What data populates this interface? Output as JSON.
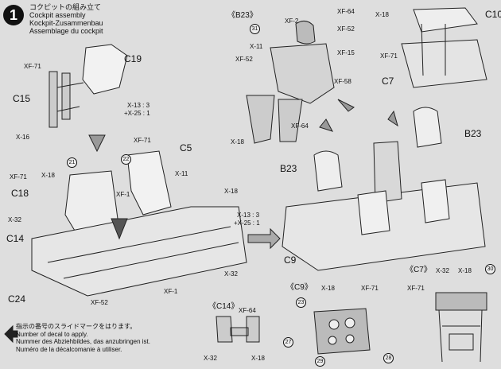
{
  "step": {
    "number": "1",
    "title_jp": "コクピットの組み立て",
    "title_en": "Cockpit assembly",
    "title_de": "Kockpit-Zusammenbau",
    "title_fr": "Assemblage du cockpit"
  },
  "parts": {
    "c19": "C19",
    "c15": "C15",
    "c5": "C5",
    "c18": "C18",
    "c14": "C14",
    "c24": "C24",
    "c10": "C10",
    "c7": "C7",
    "c9": "C9",
    "b23_a": "B23",
    "b23_b": "B23"
  },
  "paints": {
    "xf71_a": "XF-71",
    "x16": "X-16",
    "x13x25_a": "X-13 : 3",
    "x13x25_b": "+X-25 : 1",
    "xf71_b": "XF-71",
    "xf71_c": "XF-71",
    "x18_a": "X-18",
    "x32_a": "X-32",
    "xf1_a": "XF-1",
    "x11_a": "X-11",
    "x18_b": "X-18",
    "x13x25_c": "X-13 : 3",
    "x13x25_d": "+X-25 : 1",
    "xf52_a": "XF-52",
    "xf1_b": "XF-1",
    "x32_b": "X-32",
    "xf2": "XF-2",
    "x11_b": "X-11",
    "xf52_b": "XF-52",
    "xf64_a": "XF-64",
    "xf52_c": "XF-52",
    "xf15": "XF-15",
    "xf58": "XF-58",
    "xf64_b": "XF-64",
    "x18_c": "X-18",
    "x18_d": "X-18",
    "xf71_d": "XF-71",
    "xf64_c": "XF-64",
    "x32_c": "X-32",
    "x18_e": "X-18",
    "x18_f": "X-18",
    "xf71_e": "XF-71",
    "xf71_f": "XF-71",
    "x32_d": "X-32",
    "x18_g": "X-18"
  },
  "sub_titles": {
    "b23": "《B23》",
    "c14": "《C14》",
    "c9": "《C9》",
    "c7": "《C7》"
  },
  "decals": {
    "n21": "21",
    "n22": "22",
    "n31_a": "31",
    "n23": "23",
    "n27": "27",
    "n29": "29",
    "n28": "28",
    "n30": "30"
  },
  "legend": {
    "jp": "指示の番号のスライドマークをはります。",
    "en": "Number of decal to apply.",
    "de": "Nummer des Abziehbildes, das anzubringen ist.",
    "fr": "Numéro de la décalcomanie à utiliser."
  }
}
